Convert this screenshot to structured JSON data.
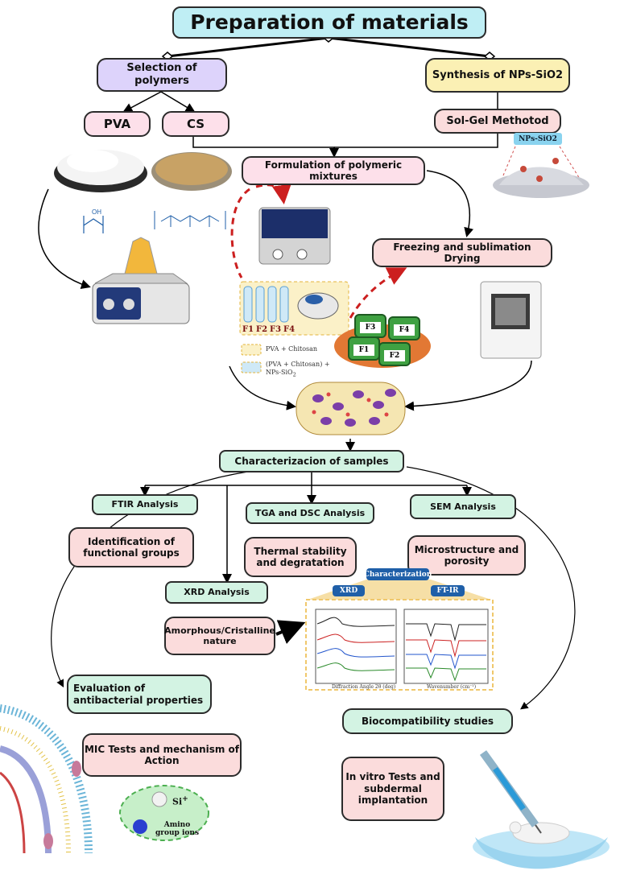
{
  "title": "Preparation of materials",
  "selection": "Selection of polymers",
  "synthesis": "Synthesis of NPs-SiO2",
  "pva": "PVA",
  "cs": "CS",
  "solgel": "Sol-Gel Methotod",
  "nps_tag": "NPs-SiO2",
  "formulation": "Formulation of polymeric mixtures",
  "freezing": "Freezing and sublimation Drying",
  "tubes": [
    "F1",
    "F2",
    "F3",
    "F4"
  ],
  "jars": [
    "F3",
    "F4",
    "F1",
    "F2"
  ],
  "legend_pva_chitosan": "PVA + Chitosan",
  "legend_pva_chitosan_nps": "(PVA + Chitosan) + NPs-SiO",
  "legend_subscript": "2",
  "characterization_samples": "Characterizacion of samples",
  "ftir": "FTIR  Analysis",
  "tga": "TGA and DSC Analysis",
  "sem": "SEM Analysis",
  "identification": "Identification of functional groups",
  "thermal": "Thermal stability and degratation",
  "microstructure": "Microstructure and porosity",
  "xrd_analysis": "XRD Analysis",
  "amorphous": "Amorphous/Cristalline nature",
  "char_tag": "Characterization",
  "xrd_tag": "XRD",
  "ftir_tag": "FT-IR",
  "xrd_xlabel": "Diffraction Angle 2θ (deg)",
  "ftir_xlabel": "Wavenumber (cm⁻¹)",
  "evaluation": "Evaluation of antibacterial properties",
  "biocompat": "Biocompatibility studies",
  "mic": "MIC Tests and mechanism of Action",
  "invitro": "In vitro Tests and subdermal implantation",
  "si_label": "Si",
  "si_sup": "+",
  "amino_label": "Amino group ions",
  "colors": {
    "arrow": "#000000",
    "dashed": "#cc1f1f",
    "accent": "#1f5fa8"
  }
}
